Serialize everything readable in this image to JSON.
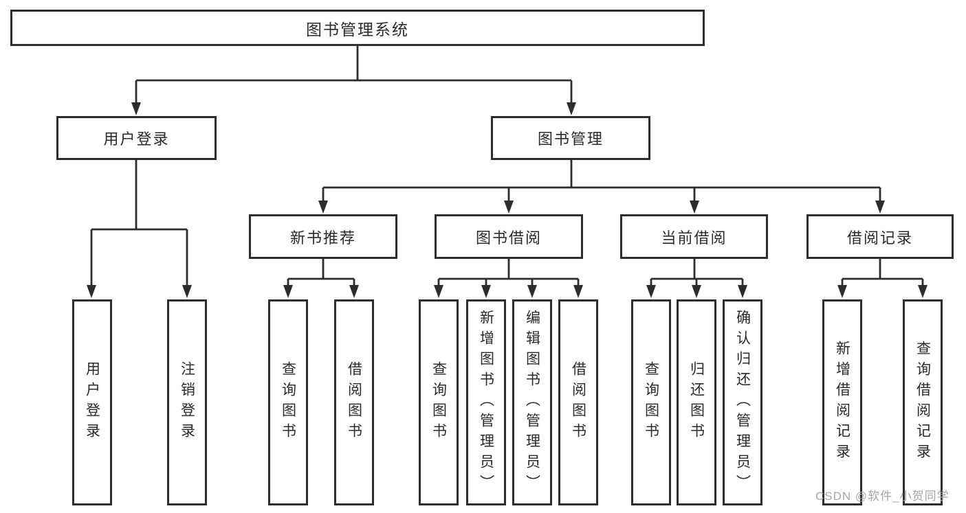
{
  "diagram": {
    "root": {
      "label": "图书管理系统"
    },
    "level2": [
      {
        "label": "用户登录"
      },
      {
        "label": "图书管理"
      }
    ],
    "level3": [
      {
        "label": "新书推荐"
      },
      {
        "label": "图书借阅"
      },
      {
        "label": "当前借阅"
      },
      {
        "label": "借阅记录"
      }
    ],
    "leaves": [
      {
        "label": "用户登录"
      },
      {
        "label": "注销登录"
      },
      {
        "label": "查询图书"
      },
      {
        "label": "借阅图书"
      },
      {
        "label": "查询图书"
      },
      {
        "label": "新增图书（管理员）"
      },
      {
        "label": "编辑图书（管理员）"
      },
      {
        "label": "借阅图书"
      },
      {
        "label": "查询图书"
      },
      {
        "label": "归还图书"
      },
      {
        "label": "确认归还（管理员）"
      },
      {
        "label": "新增借阅记录"
      },
      {
        "label": "查询借阅记录"
      }
    ],
    "hierarchy": {
      "图书管理系统": {
        "用户登录": [
          "用户登录",
          "注销登录"
        ],
        "图书管理": {
          "新书推荐": [
            "查询图书",
            "借阅图书"
          ],
          "图书借阅": [
            "查询图书",
            "新增图书（管理员）",
            "编辑图书（管理员）",
            "借阅图书"
          ],
          "当前借阅": [
            "查询图书",
            "归还图书",
            "确认归还（管理员）"
          ],
          "借阅记录": [
            "新增借阅记录",
            "查询借阅记录"
          ]
        }
      }
    },
    "colors": {
      "stroke": "#2d2d2d",
      "text": "#2a2a2a",
      "background": "#ffffff",
      "watermark_color": "#a6a6a6"
    },
    "watermark": "CSDN @软件_小贺同学"
  }
}
